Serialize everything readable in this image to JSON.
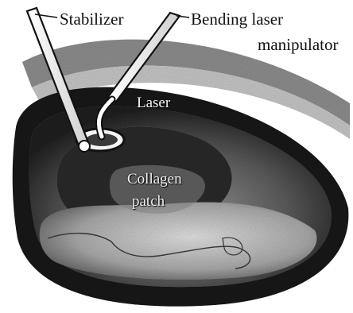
{
  "labels": {
    "stabilizer": "Stabilizer",
    "bending_laser": "Bending laser",
    "manipulator": "manipulator",
    "laser": "Laser",
    "collagen": "Collagen",
    "patch": "patch"
  },
  "colors": {
    "dark_tissue": "#1c1c1c",
    "mid_tissue": "#6e6e6e",
    "light_tissue": "#bdbdbd",
    "background": "#ffffff"
  }
}
